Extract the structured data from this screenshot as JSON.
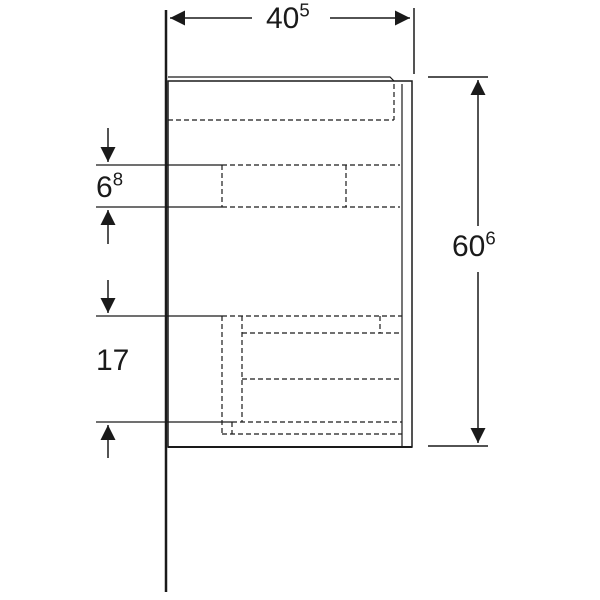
{
  "dimensions": {
    "width": {
      "main": "40",
      "sup": "5"
    },
    "height": {
      "main": "60",
      "sup": "6"
    },
    "upper_opening": {
      "main": "6",
      "sup": "8"
    },
    "lower_opening": {
      "main": "17",
      "sup": ""
    }
  },
  "colors": {
    "line": "#1a1a1a",
    "background": "#ffffff"
  }
}
